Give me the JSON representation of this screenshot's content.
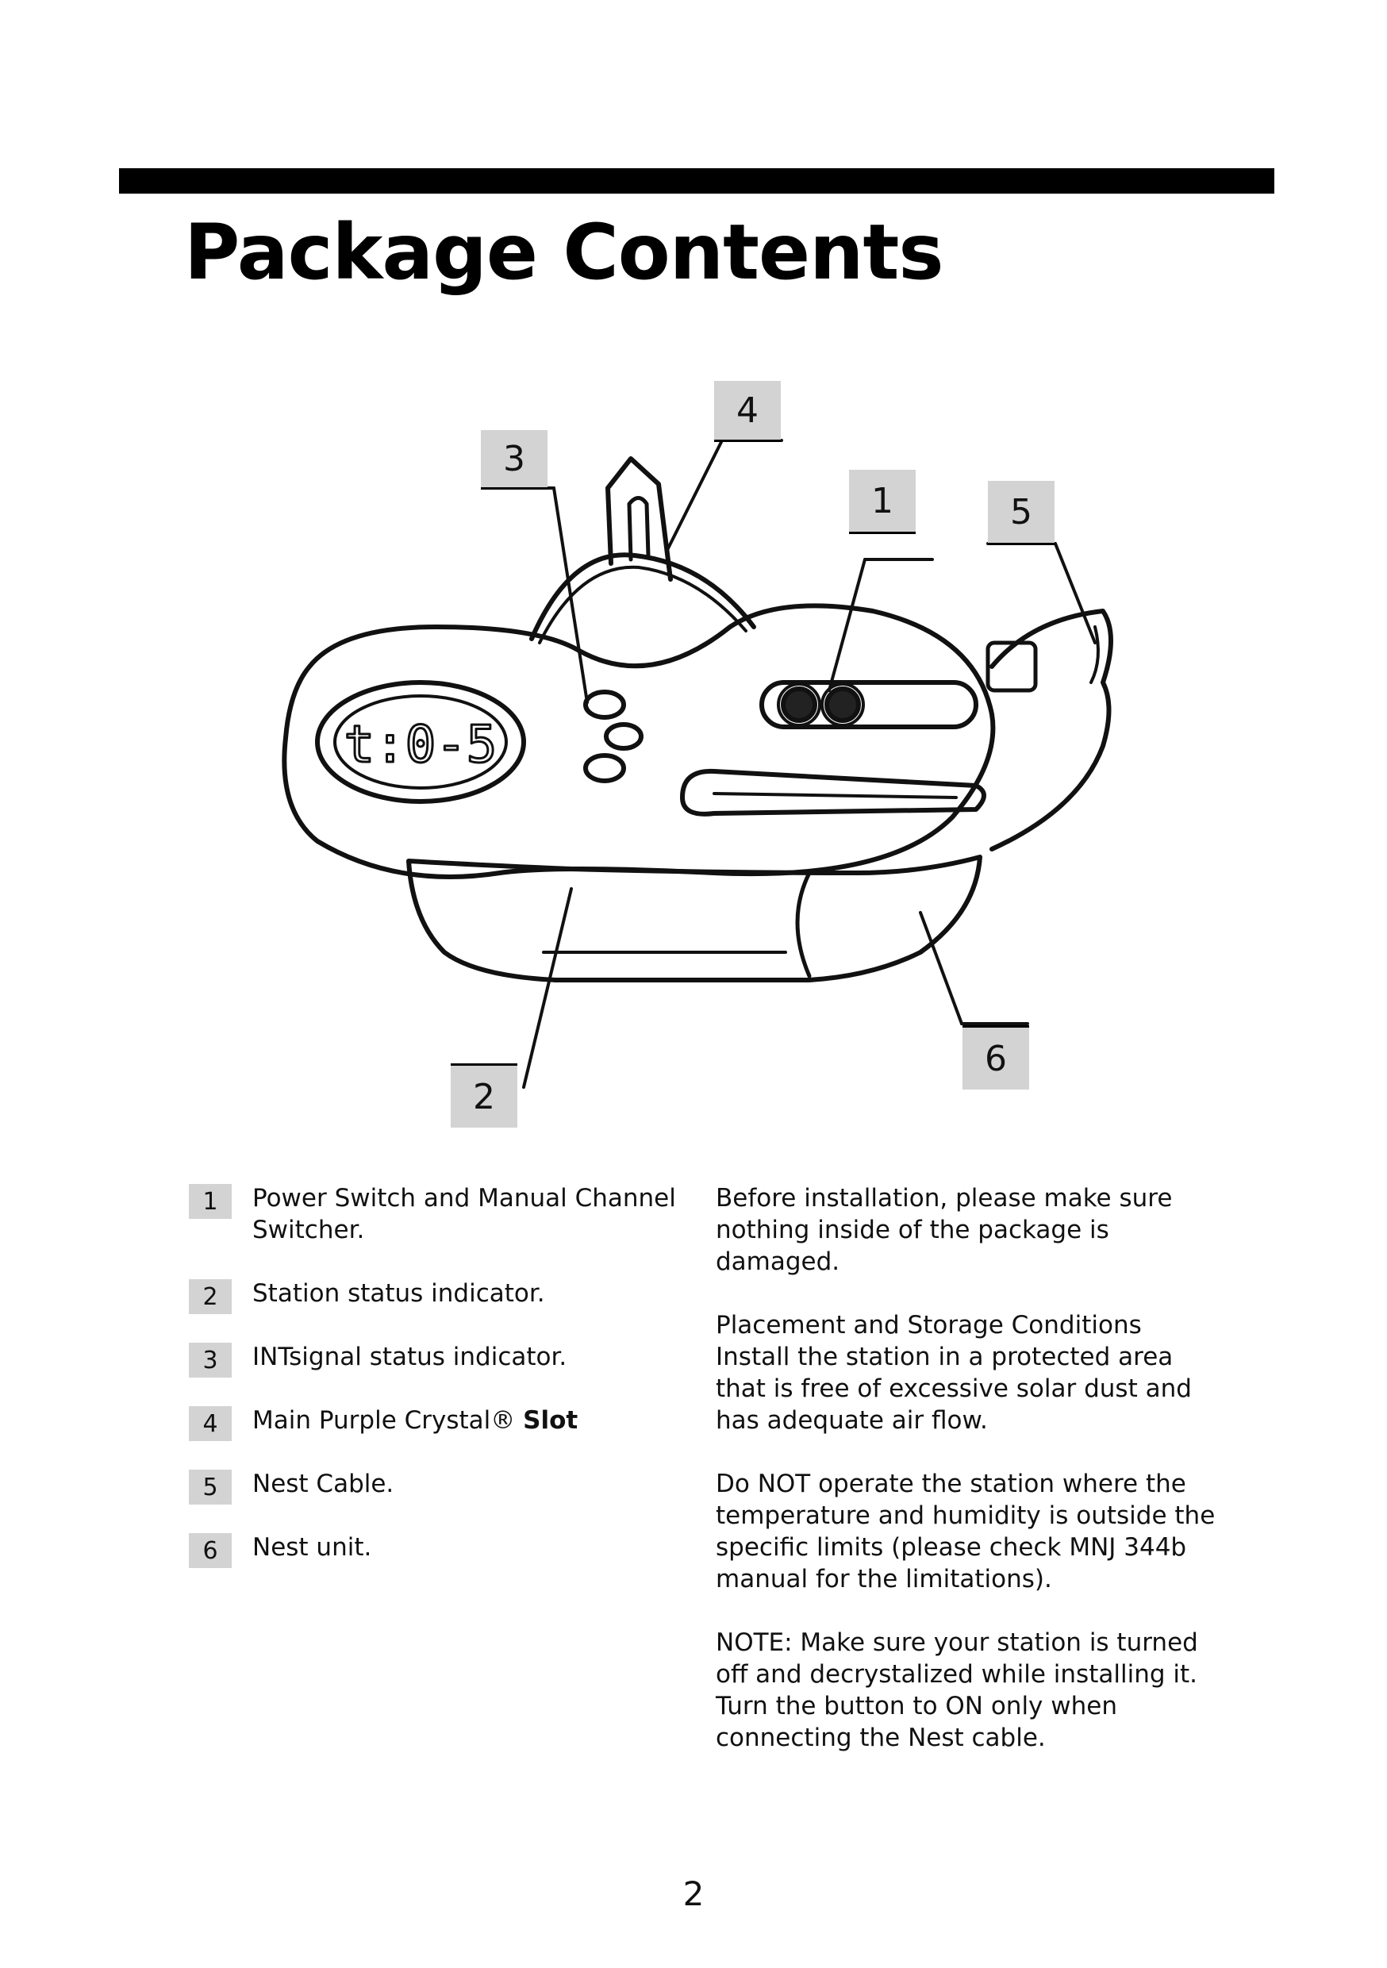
{
  "page": {
    "title": "Package Contents",
    "page_number": "2"
  },
  "diagram": {
    "display_glyphs": "t:0-5",
    "callouts": [
      "1",
      "2",
      "3",
      "4",
      "5",
      "6"
    ]
  },
  "legend": [
    {
      "num": "1",
      "text": "Power Switch and Manual Channel Switcher.",
      "bold_suffix": ""
    },
    {
      "num": "2",
      "text": "Station status indicator.",
      "bold_suffix": ""
    },
    {
      "num": "3",
      "text": "INTsignal status indicator.",
      "bold_suffix": ""
    },
    {
      "num": "4",
      "text": "Main Purple Crystal® ",
      "bold_suffix": "Slot"
    },
    {
      "num": "5",
      "text": "Nest Cable.",
      "bold_suffix": ""
    },
    {
      "num": "6",
      "text": "Nest unit.",
      "bold_suffix": ""
    }
  ],
  "notes": {
    "intro": "Before installation, please make sure nothing inside of the package is damaged.",
    "placement_heading": "Placement and Storage Conditions",
    "placement_body": "Install the station in a protected area that is free of excessive solar dust and has adequate air flow.",
    "operate": "Do NOT operate the station where the temperature and humidity is outside the specific limits (please check MNJ 344b manual for the limitations).",
    "note": "NOTE: Make sure your station is turned off and decrystalized while installing it. Turn the button to ON only when connecting the Nest cable."
  },
  "colors": {
    "callout_fill": "#d3d3d3",
    "rule": "#000000"
  }
}
